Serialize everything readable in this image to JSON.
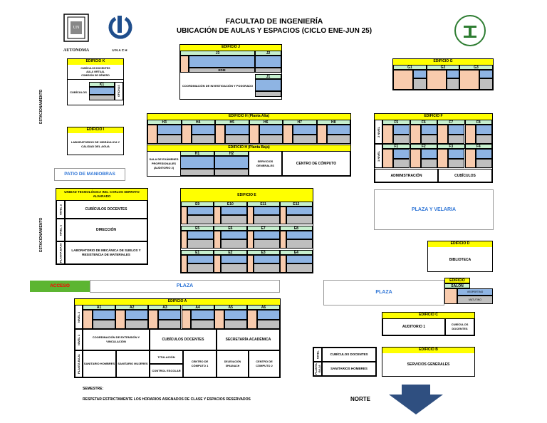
{
  "header": {
    "title": "FACULTAD DE INGENIERÍA",
    "subtitle": "UBICACIÓN DE AULAS Y ESPACIOS (CICLO ENE-JUN 25)",
    "logo1_text": "AUTONOMA",
    "logo2_text": "U N A C H"
  },
  "parking": {
    "left_top": "ESTACIONAMIENTO",
    "left_bottom": "ESTACIONAMIENTO"
  },
  "edK": {
    "name": "EDIFICIO K",
    "a": "CUBÍCULOS DOCENTES",
    "b": "AULA VIRTUAL",
    "c": "COMISIÓN DE GÉNERO",
    "k1": "K1",
    "cub": "CUBÍCULOS",
    "of": "OFICINAS"
  },
  "edJ": {
    "name": "EDIFICIO J",
    "j3": "J3",
    "j2": "J2",
    "edm": "EDM",
    "j1": "J1",
    "coord": "COORDINACIÓN DE INVESTIGACIÓN Y POSGRADO"
  },
  "edG": {
    "name": "EDIFICIO G",
    "g1": "G1",
    "g2": "G2",
    "g3": "G3"
  },
  "edI": {
    "name": "EDIFICIO I",
    "lab": "LABORATORIOS DE HIDRÁULICA Y CALIDAD DEL AGUA"
  },
  "patio": "PATIO DE MANIOBRAS",
  "edH": {
    "alta": "EDIFICIO H (Planta Alta)",
    "baja": "EDIFICIO H (Planta Baja)",
    "top": [
      "H3",
      "H4",
      "H5",
      "H6",
      "H7",
      "H8"
    ],
    "h1": "H1",
    "h2": "H2",
    "sala": "SALA DE EXÁMENES PROFESIONALES (AUDITORIO 2)",
    "serv": "SERVICIOS GENERALES",
    "centro": "CENTRO DE CÓMPUTO"
  },
  "edF": {
    "name": "EDIFICIO F",
    "top": [
      "F5",
      "F6",
      "F7",
      "F8"
    ],
    "bot": [
      "F1",
      "F2",
      "F3",
      "F4"
    ],
    "n2": "2 NIVEL",
    "n1": "1 NIVEL",
    "adm": "ADMINISTRACIÓN",
    "cub": "CUBÍCULOS"
  },
  "ut": {
    "name": "UNIDAD TECNOLÓGICA ING. CARLOS SERRATO ALVARADO",
    "n2": "NIVEL 2",
    "n1": "NIVEL 1",
    "pb": "PLANTA BAJA",
    "cub": "CUBÍCULOS DOCENTES",
    "dir": "DIRECCIÓN",
    "lab": "LABORATORIO DE MECÁNICA DE SUELOS Y RESISTENCIA DE MATERIALES"
  },
  "edE": {
    "name": "EDIFICIO E",
    "r1": [
      "E9",
      "E10",
      "E11",
      "E12"
    ],
    "r2": [
      "E5",
      "E6",
      "E7",
      "E8"
    ],
    "r3": [
      "E1",
      "E2",
      "E3",
      "E4"
    ]
  },
  "plazaVelaria": "PLAZA Y VELARIA",
  "edD": {
    "name": "EDIFICIO D",
    "bib": "BIBLIOTECA"
  },
  "acceso": "ACCESO",
  "plaza1": "PLAZA",
  "plaza2": "PLAZA",
  "salon": {
    "ed": "EDIFICIO",
    "salon": "SALÓN",
    "vesp": "VESPERTINO",
    "mat": "MATUTINO"
  },
  "edA": {
    "name": "EDIFICIO A",
    "top": [
      "A1",
      "A2",
      "A3",
      "A4",
      "A5",
      "A6"
    ],
    "n2": "NIVEL 2",
    "n1": "NIVEL 1",
    "pb": "PLANTA BAJA",
    "coord": "COORDINACIÓN DE EXTENSIÓN Y VINCULACIÓN",
    "cub": "CUBÍCULOS DOCENTES",
    "sec": "SECRETARÍA ACADÉMICA",
    "sh": "SANITARIO HOMBRES",
    "sm": "SANITARIO MUJERES",
    "tit": "TITULACIÓN",
    "ce": "CONTROL ESCOLAR",
    "cc1": "CENTRO DE CÓMPUTO 1",
    "del": "DELEGACIÓN SPAUNACH",
    "cc2": "CENTRO DE CÓMPUTO 2"
  },
  "edC": {
    "name": "EDIFICIO C",
    "aud": "AUDITORIO 1",
    "cub": "CUBÍCULOS DOCENTES"
  },
  "edB": {
    "name": "EDIFICIO B",
    "cub": "CUBÍCULOS DOCENTES",
    "san": "SANITARIOS HOMBRES",
    "serv": "SERVICIOS GENERALES",
    "n": "NIVEL",
    "pb": "PLANTA BAJA"
  },
  "footer": {
    "sem": "SEMESTRE:",
    "note": "RESPETAR ESTRICTAMENTE LOS HORARIOS ASIGNADOS DE CLASE Y ESPACIOS RESERVADOS",
    "norte": "NORTE"
  },
  "colors": {
    "yellow": "#ffff00",
    "green": "#c6efce",
    "pink": "#f8cbad",
    "blue": "#8eb4e3",
    "gray": "#bfbfbf",
    "acceso": "#5cb531",
    "plaza": "#2e75d6"
  }
}
